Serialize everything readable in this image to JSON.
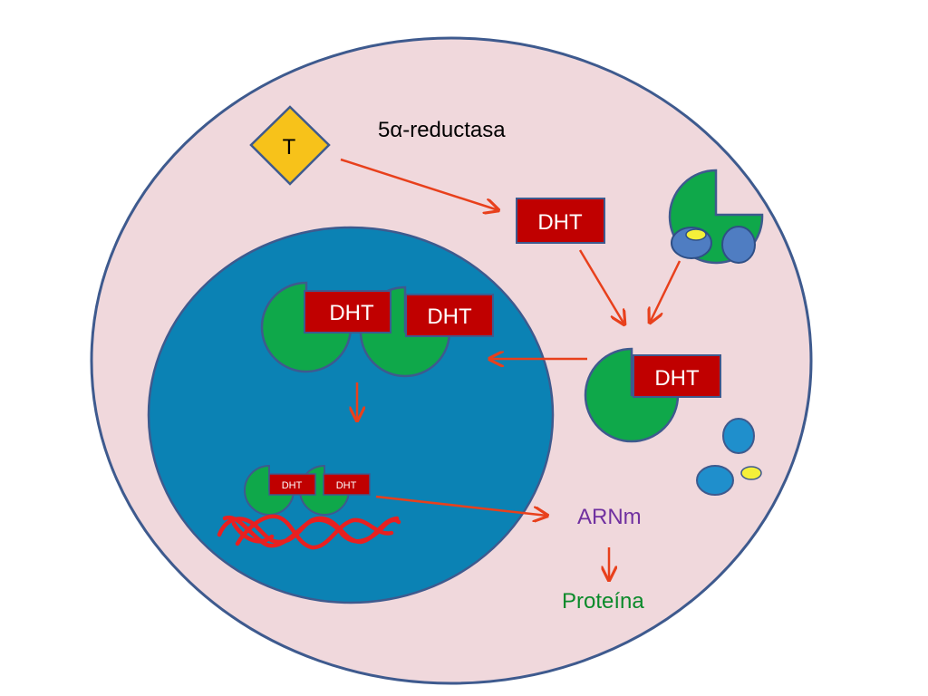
{
  "labels": {
    "testosterone": "T",
    "enzyme": "5α-reductasa",
    "dht": "DHT",
    "mrna": "ARNm",
    "protein": "Proteína"
  },
  "colors": {
    "background": "#ffffff",
    "cell_fill": "#f0d8dc",
    "cell_stroke": "#3e5a8e",
    "nucleus_fill": "#0b82b4",
    "receptor_fill": "#0fa84a",
    "dht_box": "#c00000",
    "testosterone_fill": "#f7c21a",
    "arrow": "#e8401c",
    "chaperone_blue": "#4f7dc2",
    "free_blue": "#1f8fcc",
    "ligand_yellow": "#f5f03a",
    "dna": "#e82020",
    "mrna_text": "#7030a0",
    "protein_text": "#0a8a2a"
  },
  "icons": {
    "receptor": "pacman-receptor-icon",
    "chaperone": "heat-shock-protein-icon",
    "dna": "dna-strand-icon"
  }
}
